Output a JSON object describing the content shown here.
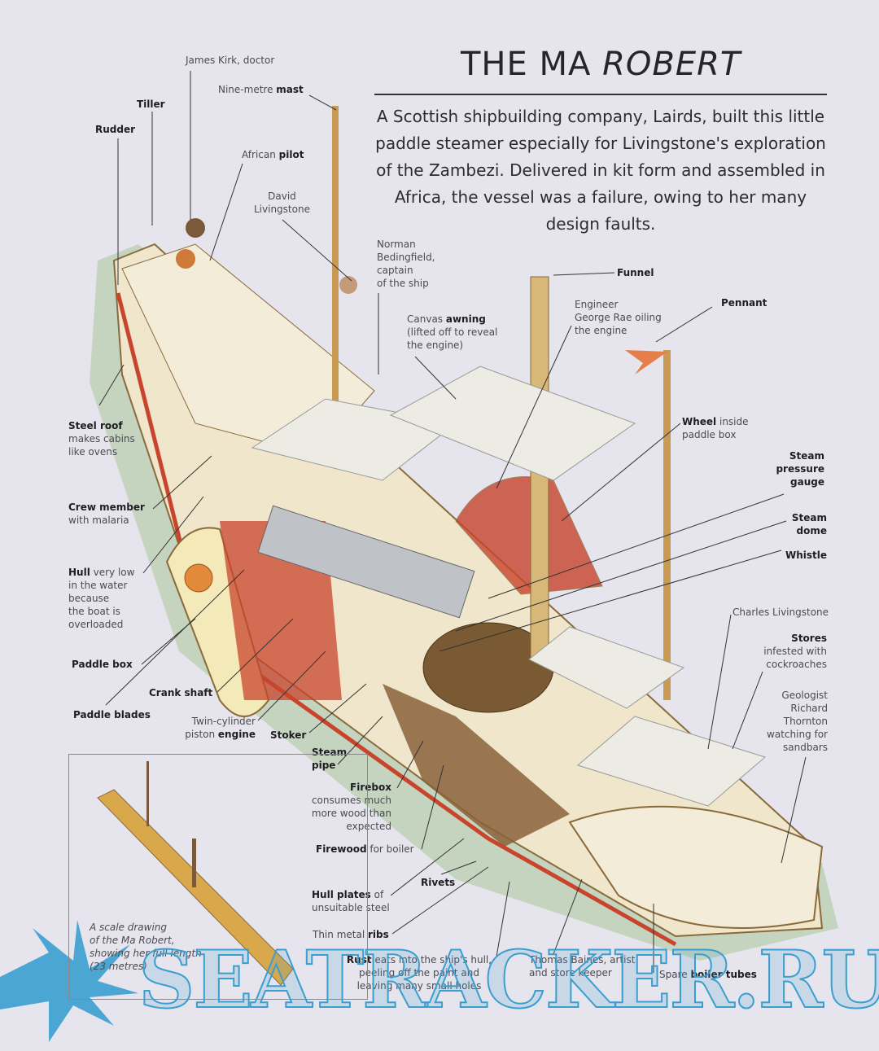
{
  "title": {
    "upright": "THE MA ",
    "italic": "ROBERT"
  },
  "intro": "A Scottish shipbuilding company, Lairds, built this little paddle steamer especially for Livingstone's exploration of the Zambezi. Delivered in kit form and assembled in Africa, the vessel was a failure, owing to her many design faults.",
  "labels": {
    "kirk": {
      "pre": "James Kirk, doctor",
      "bold": "",
      "post": ""
    },
    "mast": {
      "pre": "Nine-metre ",
      "bold": "mast",
      "post": ""
    },
    "tiller": {
      "pre": "",
      "bold": "Tiller",
      "post": ""
    },
    "rudder": {
      "pre": "",
      "bold": "Rudder",
      "post": ""
    },
    "pilot": {
      "pre": "African ",
      "bold": "pilot",
      "post": ""
    },
    "david": {
      "line1": "David",
      "line2": "Livingstone"
    },
    "norman": {
      "line1": "Norman",
      "line2": "Bedingfield,",
      "line3": "captain",
      "line4": "of the ship"
    },
    "awning": {
      "pre": "Canvas ",
      "bold": "awning",
      "line2": "(lifted off to reveal",
      "line3": "the engine)"
    },
    "funnel": {
      "bold": "Funnel"
    },
    "engineer": {
      "line1": "Engineer",
      "line2": "George Rae oiling",
      "line3": "the engine"
    },
    "pennant": {
      "bold": "Pennant"
    },
    "wheel": {
      "bold": "Wheel",
      "post": " inside",
      "line2": "paddle box"
    },
    "gauge": {
      "line1": "Steam",
      "line2": "pressure",
      "line3": "gauge"
    },
    "dome": {
      "line1": "Steam",
      "line2": "dome"
    },
    "whistle": {
      "bold": "Whistle"
    },
    "charles": {
      "text": "Charles Livingstone"
    },
    "stores": {
      "bold": "Stores",
      "line2": "infested with",
      "line3": "cockroaches"
    },
    "geologist": {
      "line1": "Geologist",
      "line2": "Richard",
      "line3": "Thornton",
      "line4": "watching for",
      "line5": "sandbars"
    },
    "steelroof": {
      "bold": "Steel roof",
      "line2": "makes cabins",
      "line3": "like ovens"
    },
    "crew": {
      "bold": "Crew member",
      "line2": "with malaria"
    },
    "hull": {
      "bold": "Hull",
      "post": " very low",
      "line2": "in the water",
      "line3": "because",
      "line4": "the boat is",
      "line5": "overloaded"
    },
    "paddlebox": {
      "bold": "Paddle box"
    },
    "crank": {
      "bold": "Crank shaft"
    },
    "blades": {
      "bold": "Paddle blades"
    },
    "engine": {
      "line1": "Twin-cylinder",
      "pre": "piston ",
      "bold": "engine"
    },
    "stoker": {
      "bold": "Stoker"
    },
    "steampipe": {
      "line1": "Steam",
      "line2": "pipe"
    },
    "firebox": {
      "bold": "Firebox",
      "line2": "consumes much",
      "line3": "more wood than",
      "line4": "expected"
    },
    "firewood": {
      "bold": "Firewood",
      "post": " for boiler"
    },
    "rivets": {
      "bold": "Rivets"
    },
    "hullplates": {
      "bold": "Hull plates",
      "post": " of",
      "line2": "unsuitable steel"
    },
    "ribs": {
      "pre": "Thin metal ",
      "bold": "ribs"
    },
    "rust": {
      "bold": "Rust",
      "post": " eats into the ship's hull,",
      "line2": "peeling off the paint and",
      "line3": "leaving many small holes"
    },
    "baines": {
      "line1": "Thomas Baines, artist",
      "line2": "and store keeper"
    },
    "tubes": {
      "pre": "Spare ",
      "bold": "boiler tubes"
    }
  },
  "inset": {
    "line1": "A scale drawing",
    "line2": "of the Ma Robert,",
    "line3": "showing her full length",
    "line4": "(23 metres)"
  },
  "watermark": "SEATRACKER.RU",
  "colors": {
    "background": "#e6e4ec",
    "hull_red": "#c8442c",
    "wood": "#c99a52",
    "canvas": "#e9e6dc",
    "water": "#9cbf8e",
    "watermark": "#3a9fd0"
  }
}
